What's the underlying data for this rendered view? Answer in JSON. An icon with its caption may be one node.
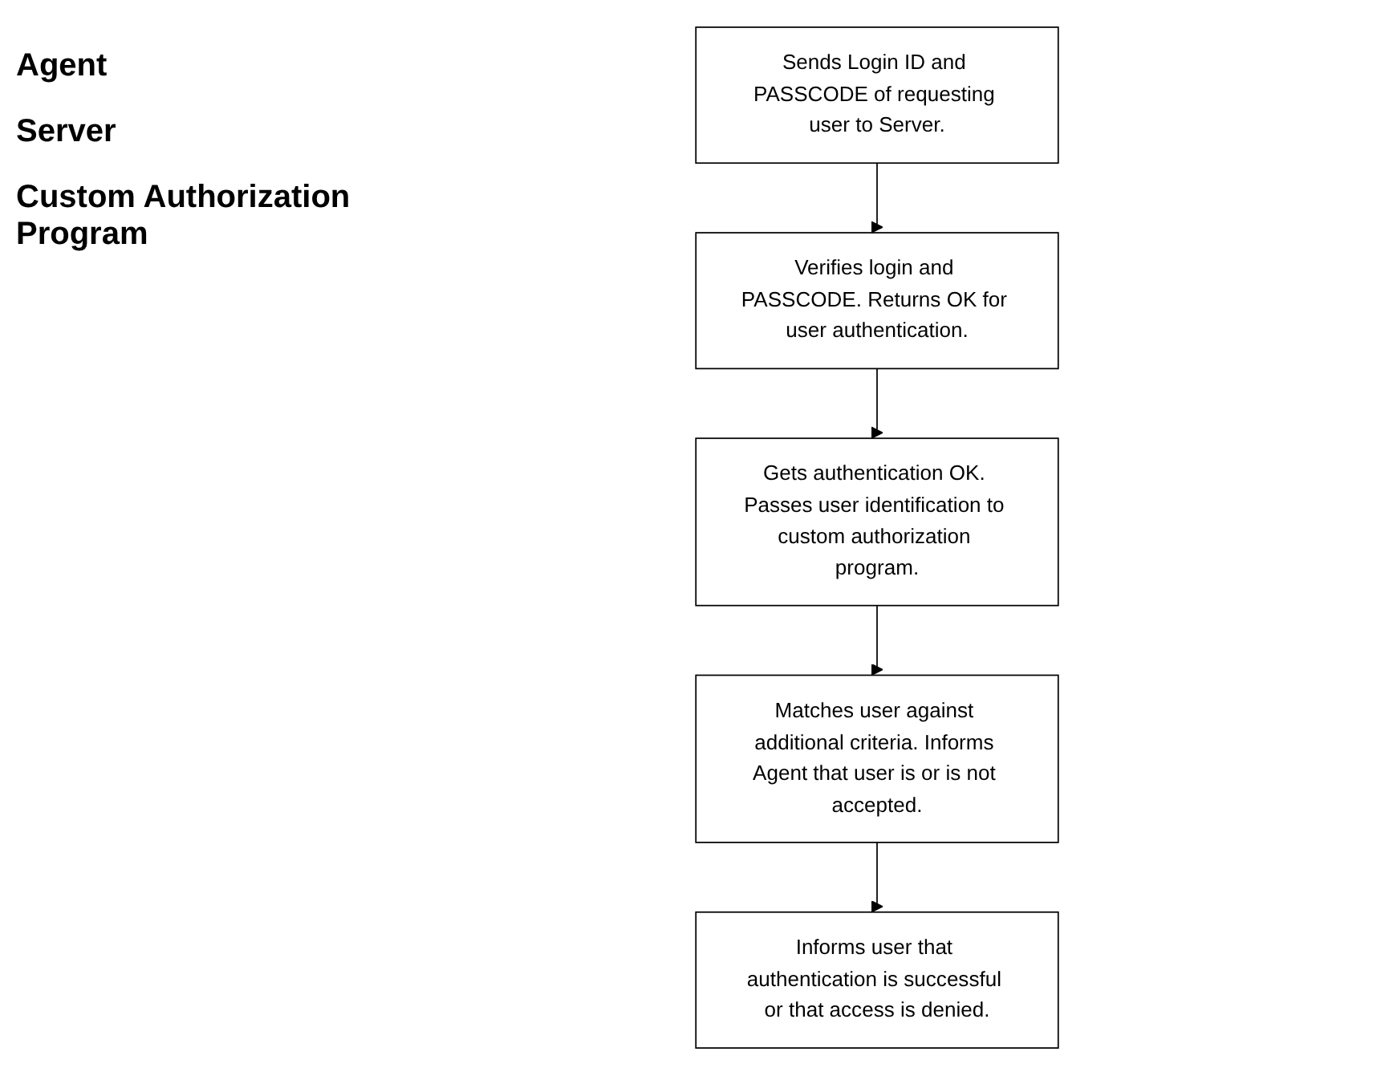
{
  "diagram": {
    "nodes": [
      {
        "text": [
          "Sends Login ID and PASSCODE of requesting user to Server."
        ]
      },
      {
        "text": [
          "Verifies login and PASSCODE. Returns OK for user authentication."
        ]
      },
      {
        "text": [
          "Gets authentication OK. Passes user identification to custom authorization program."
        ]
      },
      {
        "text": [
          "Matches user against additional criteria. Informs Agent that user is or is not accepted."
        ]
      },
      {
        "text": [
          "Informs user that authentication is successful or that access is denied."
        ]
      }
    ],
    "edges": [
      {
        "from": 0,
        "to": 1,
        "arrow": "to"
      },
      {
        "from": 1,
        "to": 2,
        "arrow": "to"
      },
      {
        "from": 2,
        "to": 3,
        "arrow": "to"
      },
      {
        "from": 3,
        "to": 4,
        "arrow": "to"
      }
    ],
    "labels": [
      "Agent",
      "Server",
      "Custom Authorization Program"
    ]
  }
}
